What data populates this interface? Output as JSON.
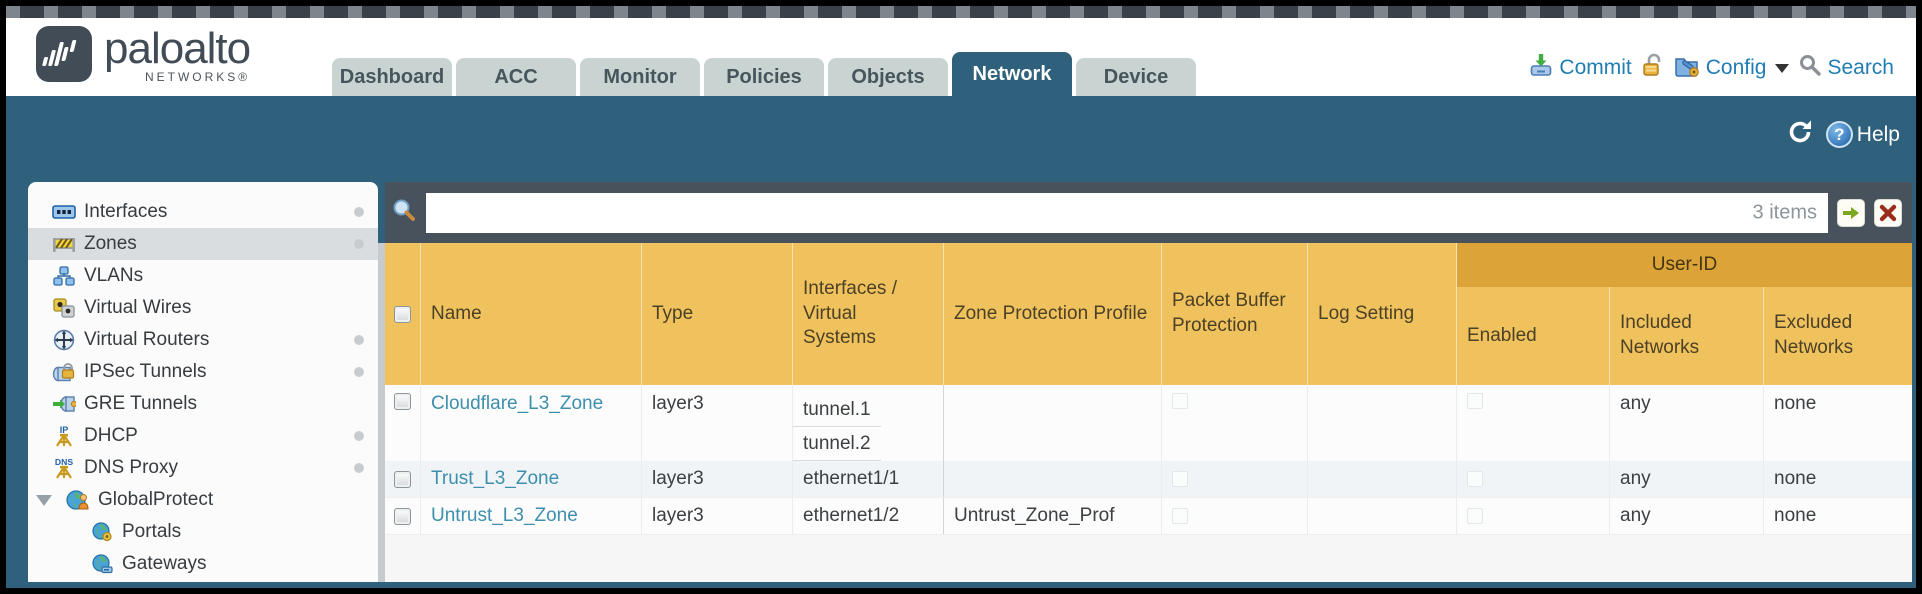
{
  "brand": {
    "name": "paloalto",
    "sub": "NETWORKS®"
  },
  "nav": {
    "tabs": [
      {
        "label": "Dashboard"
      },
      {
        "label": "ACC"
      },
      {
        "label": "Monitor"
      },
      {
        "label": "Policies"
      },
      {
        "label": "Objects"
      },
      {
        "label": "Network"
      },
      {
        "label": "Device"
      }
    ],
    "active_tab": "Network"
  },
  "utilities": {
    "commit_label": "Commit",
    "config_label": "Config",
    "search_label": "Search"
  },
  "toolbar": {
    "help_label": "Help",
    "help_glyph": "?"
  },
  "icons": {
    "refresh": "refresh-circular-arrows",
    "help": "question-mark-sphere",
    "commit": "green-arrow-into-device",
    "lock": "gold-open-padlock",
    "config": "folder-with-key-gear",
    "search": "magnifier",
    "forward": "green-right-arrow",
    "close": "red-x"
  },
  "sidebar": {
    "items": [
      {
        "label": "Interfaces"
      },
      {
        "label": "Zones"
      },
      {
        "label": "VLANs"
      },
      {
        "label": "Virtual Wires"
      },
      {
        "label": "Virtual Routers"
      },
      {
        "label": "IPSec Tunnels"
      },
      {
        "label": "GRE Tunnels"
      },
      {
        "label": "DHCP"
      },
      {
        "label": "DNS Proxy"
      },
      {
        "label": "GlobalProtect"
      },
      {
        "label": "Portals"
      },
      {
        "label": "Gateways"
      }
    ],
    "selected": "Zones"
  },
  "search": {
    "count_label": "3 items",
    "value": ""
  },
  "table": {
    "group_header": "User-ID",
    "columns": [
      "Name",
      "Type",
      "Interfaces / Virtual Systems",
      "Zone Protection Profile",
      "Packet Buffer Protection",
      "Log Setting",
      "Enabled",
      "Included Networks",
      "Excluded Networks"
    ],
    "rows": [
      {
        "name": "Cloudflare_L3_Zone",
        "type": "layer3",
        "interfaces": [
          "tunnel.1",
          "tunnel.2"
        ],
        "zone_protection_profile": "",
        "log_setting": "",
        "included_networks": "any",
        "excluded_networks": "none"
      },
      {
        "name": "Trust_L3_Zone",
        "type": "layer3",
        "interfaces": [
          "ethernet1/1"
        ],
        "zone_protection_profile": "",
        "log_setting": "",
        "included_networks": "any",
        "excluded_networks": "none"
      },
      {
        "name": "Untrust_L3_Zone",
        "type": "layer3",
        "interfaces": [
          "ethernet1/2"
        ],
        "zone_protection_profile": "Untrust_Zone_Prof",
        "log_setting": "",
        "included_networks": "any",
        "excluded_networks": "none"
      }
    ]
  },
  "colors": {
    "teal": "#2f607c",
    "header_orange": "#efc25e",
    "group_band_orange": "#dba338",
    "dark_slate": "#47525c",
    "link_blue": "#3e8fae",
    "action_blue": "#1f7db3"
  }
}
